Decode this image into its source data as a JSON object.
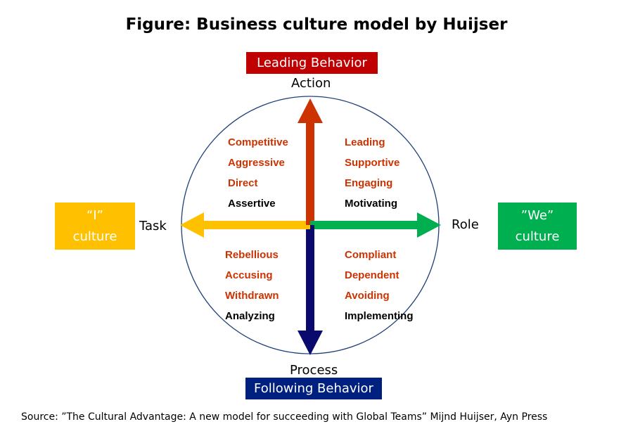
{
  "title": "Figure: Business culture model by Huijser",
  "leading_box": "Leading Behavior",
  "following_box": "Following Behavior",
  "axes": {
    "top": "Action",
    "bottom": "Process",
    "left": "Task",
    "right": "Role"
  },
  "i_culture": {
    "line1": "“I”",
    "line2": "culture"
  },
  "we_culture": {
    "line1": "”We”",
    "line2": "culture"
  },
  "quadrants": {
    "top_left": [
      "Competitive",
      "Aggressive",
      "Direct",
      "Assertive"
    ],
    "top_right": [
      "Leading",
      "Supportive",
      "Engaging",
      "Motivating"
    ],
    "bottom_left": [
      "Rebellious",
      "Accusing",
      "Withdrawn",
      "Analyzing"
    ],
    "bottom_right": [
      "Compliant",
      "Dependent",
      "Avoiding",
      "Implementing"
    ]
  },
  "source": "Source: ”The Cultural Advantage: A new model for succeeding with Global Teams” Mijnd Huijser, Ayn Press",
  "colors": {
    "leading": "#c00000",
    "following": "#002080",
    "i_culture": "#ffc000",
    "we_culture": "#00b050",
    "arrow_up": "#cc3300",
    "arrow_down": "#0a0a6e",
    "arrow_left": "#ffc000",
    "arrow_right": "#00b050",
    "orange_text": "#cc3300",
    "circle": "#1f3f7a"
  }
}
